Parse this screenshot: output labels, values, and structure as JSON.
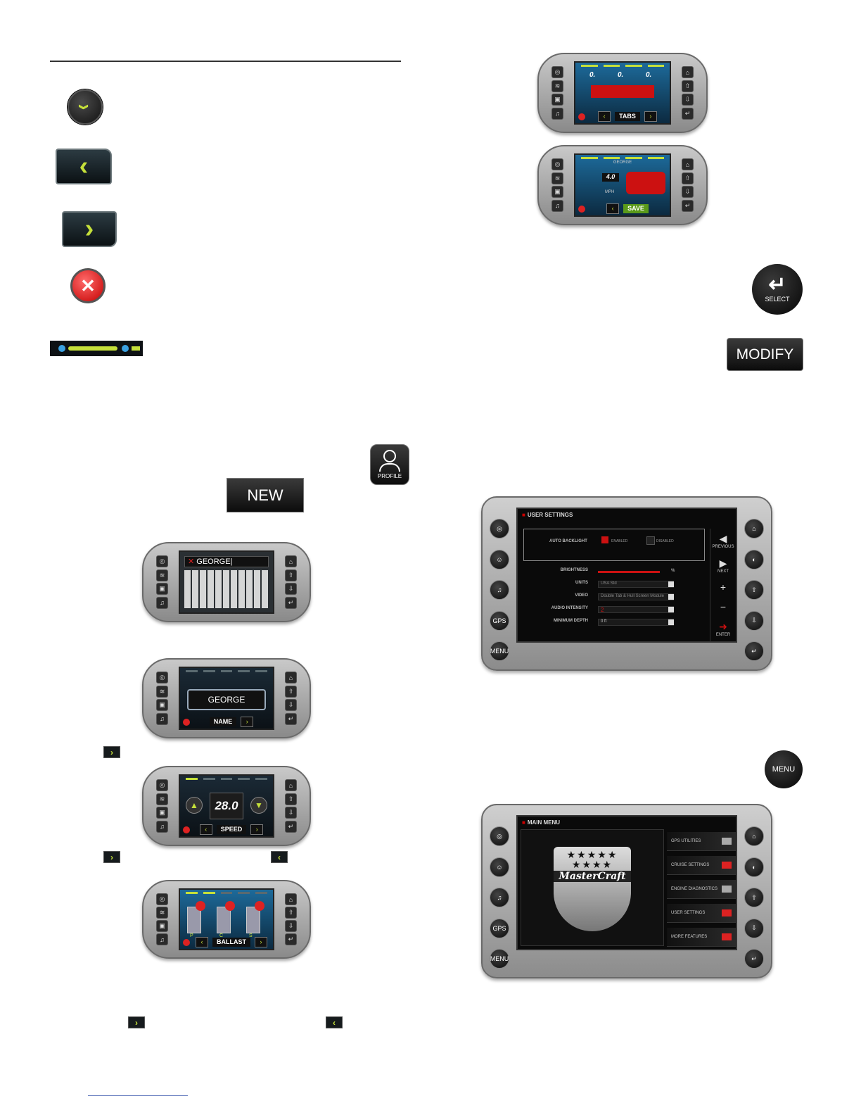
{
  "left_column": {
    "close_glyph": "✕",
    "new_button": "NEW",
    "profile_label": "PROFILE",
    "keyboard_screen": {
      "name_value": "GEORGE|"
    },
    "name_screen": {
      "name_value": "GEORGE",
      "footer_label": "NAME"
    },
    "speed_screen": {
      "speed_value": "28.0",
      "footer_label": "SPEED"
    },
    "ballast_screen": {
      "footer_label": "BALLAST",
      "tank_labels": [
        "P",
        "C",
        "S"
      ]
    }
  },
  "right_column": {
    "tabs_screen": {
      "footer_label": "TABS",
      "values": [
        "0.",
        "0.",
        "0."
      ]
    },
    "save_screen": {
      "header": "GEORGE",
      "value": "4.0",
      "unit": "MPH",
      "footer_label": "SAVE"
    },
    "select_button": "SELECT",
    "modify_button": "MODIFY",
    "menu_button": "MENU",
    "user_settings": {
      "title": "USER SETTINGS",
      "auto_backlight": "AUTO BACKLIGHT",
      "enabled": "ENABLED",
      "disabled": "DISABLED",
      "rows": [
        {
          "key": "BRIGHTNESS",
          "value": "%"
        },
        {
          "key": "UNITS",
          "value": "USA Std"
        },
        {
          "key": "VIDEO",
          "value": "Double Tab & Hull Screen Module"
        },
        {
          "key": "AUDIO INTENSITY",
          "value": "2"
        },
        {
          "key": "MINIMUM DEPTH",
          "value": "0 ft"
        }
      ],
      "side_actions": [
        "PREVIOUS",
        "NEXT",
        "+",
        "−",
        "ENTER"
      ],
      "left_buttons": [
        "GPS",
        "MENU"
      ]
    },
    "main_menu": {
      "title": "MAIN MENU",
      "brand": "MasterCraft",
      "items": [
        "GPS UTILITIES",
        "CRUISE SETTINGS",
        "ENGINE DIAGNOSTICS",
        "USER SETTINGS",
        "MORE FEATURES"
      ],
      "left_buttons": [
        "GPS",
        "MENU"
      ]
    }
  }
}
